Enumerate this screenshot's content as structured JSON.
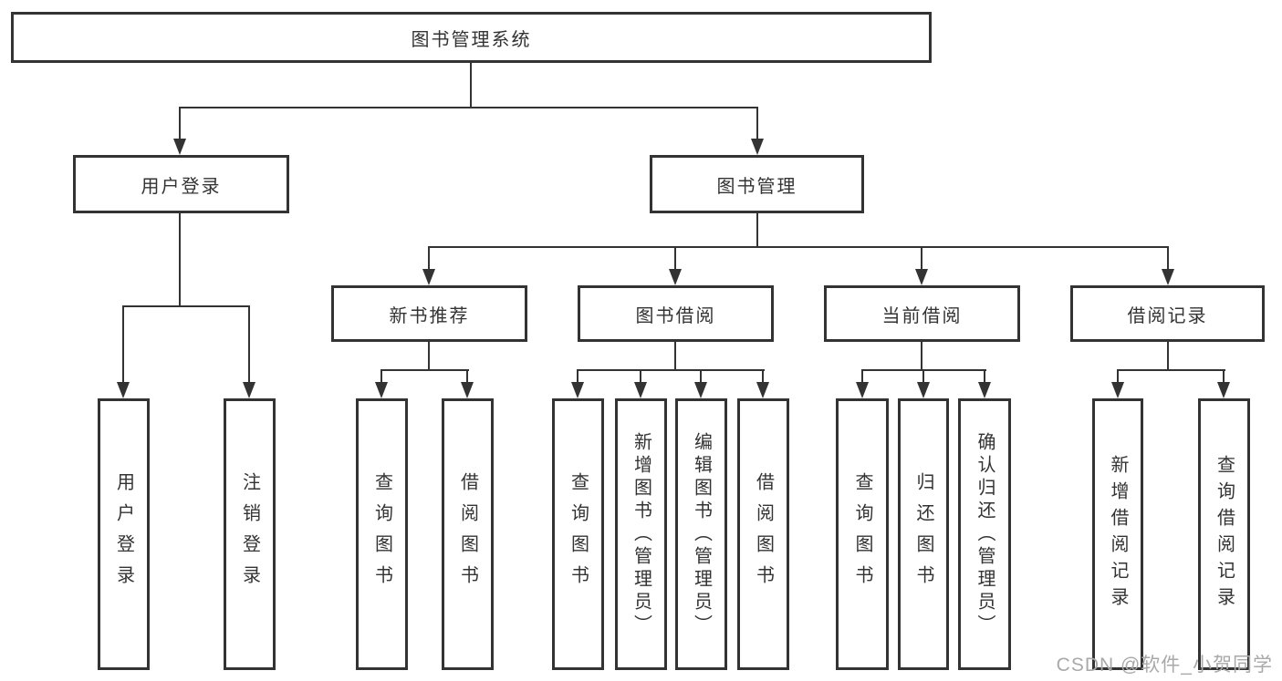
{
  "nodes": {
    "root": "图书管理系统",
    "user_login": "用户登录",
    "book_management": "图书管理",
    "new_book_rec": "新书推荐",
    "book_borrow": "图书借阅",
    "current_borrow": "当前借阅",
    "borrow_record": "借阅记录",
    "ul_login": "用户登录",
    "ul_logout": "注销登录",
    "nb_query": "查询图书",
    "nb_borrow": "借阅图书",
    "bb_query": "查询图书",
    "bb_add": "新增图书（管理员）",
    "bb_edit": "编辑图书（管理员）",
    "bb_borrow": "借阅图书",
    "cb_query": "查询图书",
    "cb_return": "归还图书",
    "cb_confirm": "确认归还（管理员）",
    "br_add": "新增借阅记录",
    "br_query": "查询借阅记录"
  },
  "watermark": "CSDN @软件_小贺同学",
  "colors": {
    "line": "#333333",
    "text": "#333333",
    "watermark": "#a9a9a9",
    "background": "#ffffff"
  }
}
